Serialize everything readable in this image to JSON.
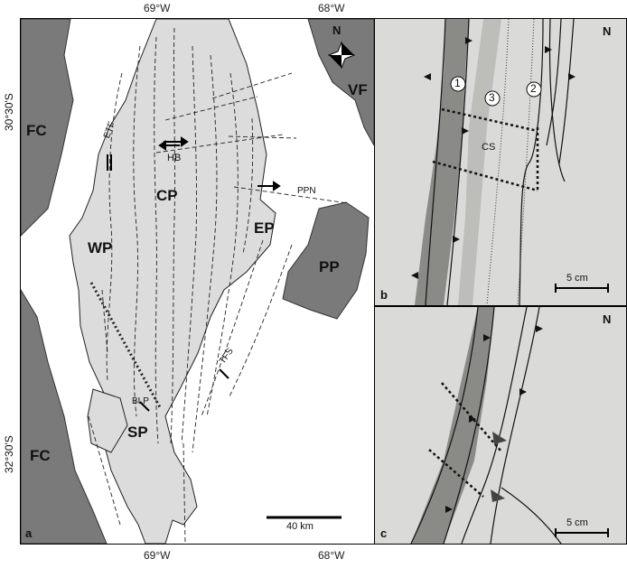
{
  "top_coords": [
    "69°W",
    "68°W"
  ],
  "bottom_coords": [
    "69°W",
    "68°W"
  ],
  "left_coords": [
    "30°30'S",
    "32°30'S"
  ],
  "map_a": {
    "panel_label": "a",
    "north": "N",
    "regions": {
      "fc_top": "FC",
      "fc_bottom": "FC",
      "vf": "VF",
      "pp": "PP",
      "wp": "WP",
      "cp": "CP",
      "ep": "EP",
      "sp": "SP"
    },
    "faults": {
      "etf": "ETF",
      "hb": "HB",
      "ppn": "PPN",
      "tfs": "TFS",
      "blp": "BLP"
    },
    "scale": "40 km"
  },
  "panel_b": {
    "panel_label": "b",
    "north": "N",
    "circles": [
      "1",
      "2",
      "3"
    ],
    "cs": "CS",
    "scale": "5 cm"
  },
  "panel_c": {
    "panel_label": "c",
    "north": "N",
    "scale": "5 cm"
  }
}
